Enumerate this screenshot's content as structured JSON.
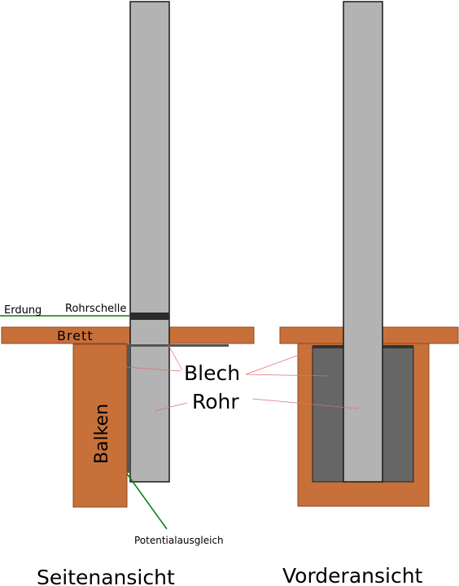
{
  "labels": {
    "erdung": "Erdung",
    "rohrschelle": "Rohrschelle",
    "brett": "Brett",
    "balken": "Balken",
    "blech": "Blech",
    "rohr": "Rohr",
    "potentialausgleich": "Potentialausgleich",
    "seitenansicht": "Seitenansicht",
    "vorderansicht": "Vorderansicht"
  },
  "colors": {
    "wood": "#c8703a",
    "wood_stroke": "#8a4a22",
    "pipe": "#b3b3b3",
    "pipe_stroke": "#1a1a1a",
    "insert_dark": "#666666",
    "sheet": "#555555",
    "clamp": "#2b2b2b",
    "ground_wire": "#008000",
    "leader": "#e07070"
  }
}
